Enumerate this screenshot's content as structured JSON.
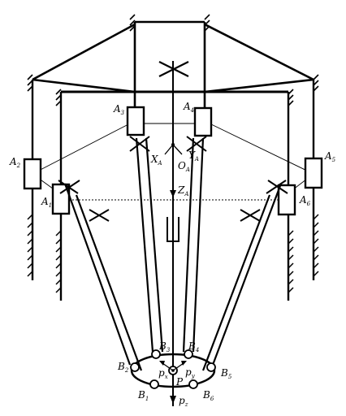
{
  "labels": {
    "a1": "A",
    "a1_sub": "1",
    "a2": "A",
    "a2_sub": "2",
    "a3": "A",
    "a3_sub": "3",
    "a4": "A",
    "a4_sub": "4",
    "a5": "A",
    "a5_sub": "5",
    "a6": "A",
    "a6_sub": "6",
    "xa": "X",
    "xa_sub": "A",
    "ya": "Y",
    "ya_sub": "A",
    "oa": "O",
    "oa_sub": "A",
    "za": "Z",
    "za_sub": "A",
    "b1": "B",
    "b1_sub": "1",
    "b2": "B",
    "b2_sub": "2",
    "b3": "B",
    "b3_sub": "3",
    "b4": "B",
    "b4_sub": "4",
    "b5": "B",
    "b5_sub": "5",
    "b6": "B",
    "b6_sub": "6",
    "p": "P",
    "px": "p",
    "px_sub": "x",
    "py": "p",
    "py_sub": "y",
    "pz": "p",
    "pz_sub": "z"
  },
  "colors": {
    "ink": "#000000",
    "paper": "#ffffff"
  }
}
